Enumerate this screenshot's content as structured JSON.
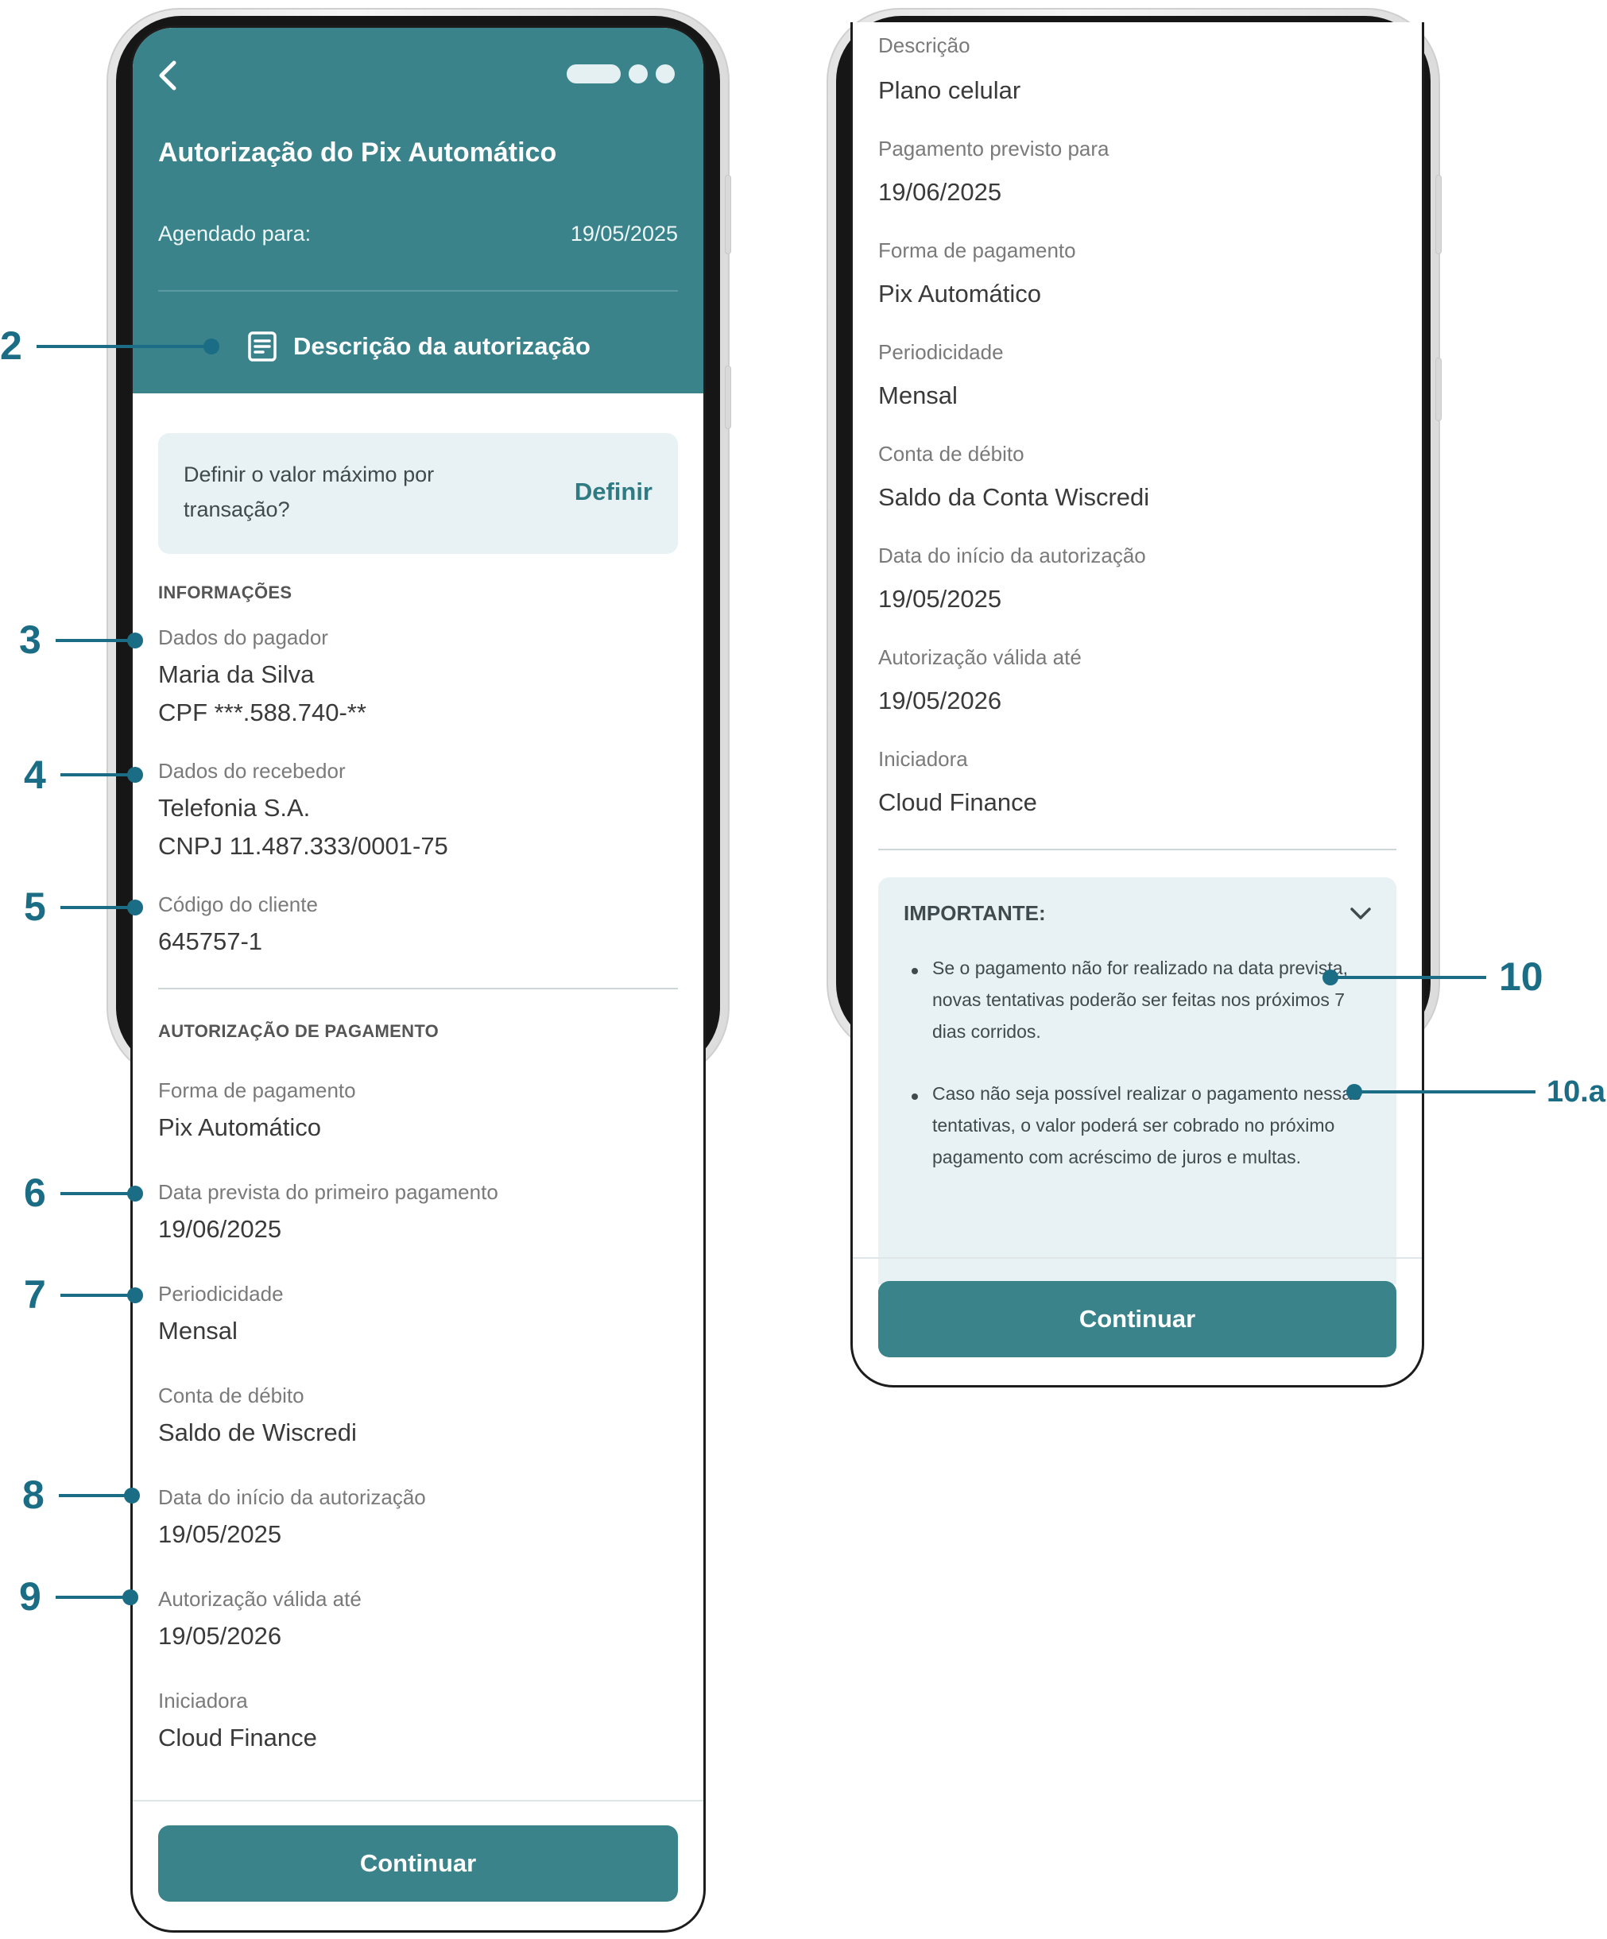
{
  "left": {
    "header": {
      "title": "Autorização do Pix Automático",
      "scheduled_label": "Agendado para:",
      "scheduled_date": "19/05/2025",
      "description_link": "Descrição da autorização",
      "icons": [
        "back-arrow-icon",
        "document-icon"
      ]
    },
    "define_box": {
      "question": "Definir o valor máximo por transação?",
      "action": "Definir"
    },
    "info": {
      "section_title": "INFORMAÇÕES",
      "payer_label": "Dados do pagador",
      "payer_name": "Maria da Silva",
      "payer_doc": "CPF ***.588.740-**",
      "receiver_label": "Dados do recebedor",
      "receiver_name": "Telefonia S.A.",
      "receiver_doc": "CNPJ 11.487.333/0001-75",
      "client_code_label": "Código do cliente",
      "client_code": "645757-1"
    },
    "payment": {
      "section_title": "AUTORIZAÇÃO DE PAGAMENTO",
      "method_label": "Forma de pagamento",
      "method": "Pix Automático",
      "first_payment_label": "Data prevista do primeiro pagamento",
      "first_payment": "19/06/2025",
      "frequency_label": "Periodicidade",
      "frequency": "Mensal",
      "debit_account_label": "Conta de débito",
      "debit_account": "Saldo de Wiscredi",
      "start_label": "Data do início da autorização",
      "start": "19/05/2025",
      "valid_until_label": "Autorização válida até",
      "valid_until": "19/05/2026",
      "initiator_label": "Iniciadora",
      "initiator": "Cloud Finance"
    },
    "continue_button": "Continuar"
  },
  "right": {
    "description_label": "Descrição",
    "description": "Plano celular",
    "expected_payment_label": "Pagamento previsto para",
    "expected_payment": "19/06/2025",
    "method_label": "Forma de pagamento",
    "method": "Pix Automático",
    "frequency_label": "Periodicidade",
    "frequency": "Mensal",
    "debit_account_label": "Conta de débito",
    "debit_account": "Saldo da Conta Wiscredi",
    "start_label": "Data do início da autorização",
    "start": "19/05/2025",
    "valid_until_label": "Autorização válida até",
    "valid_until": "19/05/2026",
    "initiator_label": "Iniciadora",
    "initiator": "Cloud Finance",
    "important": {
      "title": "IMPORTANTE:",
      "bullet_1": "Se o pagamento não for realizado na data prevista, novas tentativas poderão ser feitas nos próximos 7 dias corridos.",
      "bullet_2": "Caso não seja possível realizar o pagamento nessas tentativas, o valor poderá ser cobrado no próximo pagamento com acréscimo de juros e multas."
    },
    "continue_button": "Continuar"
  },
  "annotations": {
    "a2": "2",
    "a3": "3",
    "a4": "4",
    "a5": "5",
    "a6": "6",
    "a7": "7",
    "a8": "8",
    "a9": "9",
    "a10": "10",
    "a10a": "10.a"
  },
  "colors": {
    "brand": "#3a838b",
    "annotation": "#1a6d84",
    "info_box": "#e8f1f3"
  }
}
